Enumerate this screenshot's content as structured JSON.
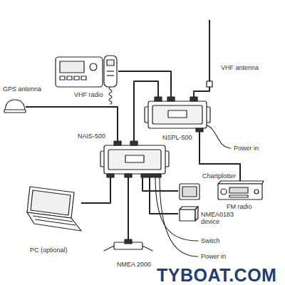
{
  "diagram": {
    "nodes": [
      {
        "text": [
          "GPS antenna"
        ]
      },
      {
        "text": [
          "VHF radio"
        ]
      },
      {
        "text": [
          "VHF antenna"
        ]
      },
      {
        "text": [
          "NSPL-500"
        ]
      },
      {
        "text": [
          "NAIS-500"
        ]
      },
      {
        "text": [
          "Chartplotter"
        ]
      },
      {
        "text": [
          "NMEA0183 device"
        ]
      },
      {
        "text": [
          "FM radio"
        ]
      },
      {
        "text": [
          "PC (optional)"
        ]
      },
      {
        "text": [
          "NMEA 2000"
        ]
      }
    ],
    "edges": [
      {
        "from": 1,
        "to": 3,
        "arrow": "none"
      },
      {
        "from": 3,
        "to": 2,
        "arrow": "none"
      },
      {
        "from": 0,
        "to": 4,
        "arrow": "none"
      },
      {
        "from": 3,
        "to": 4,
        "arrow": "none"
      },
      {
        "from": 3,
        "to": 7,
        "arrow": "none"
      },
      {
        "from": 4,
        "to": 8,
        "arrow": "none"
      },
      {
        "from": 4,
        "to": 9,
        "arrow": "none"
      },
      {
        "from": 4,
        "to": 5,
        "arrow": "none"
      },
      {
        "from": 4,
        "to": 6,
        "arrow": "none"
      }
    ],
    "labels": [
      "Power in",
      "Switch",
      "Power in",
      "TYBOAT.COM"
    ]
  }
}
